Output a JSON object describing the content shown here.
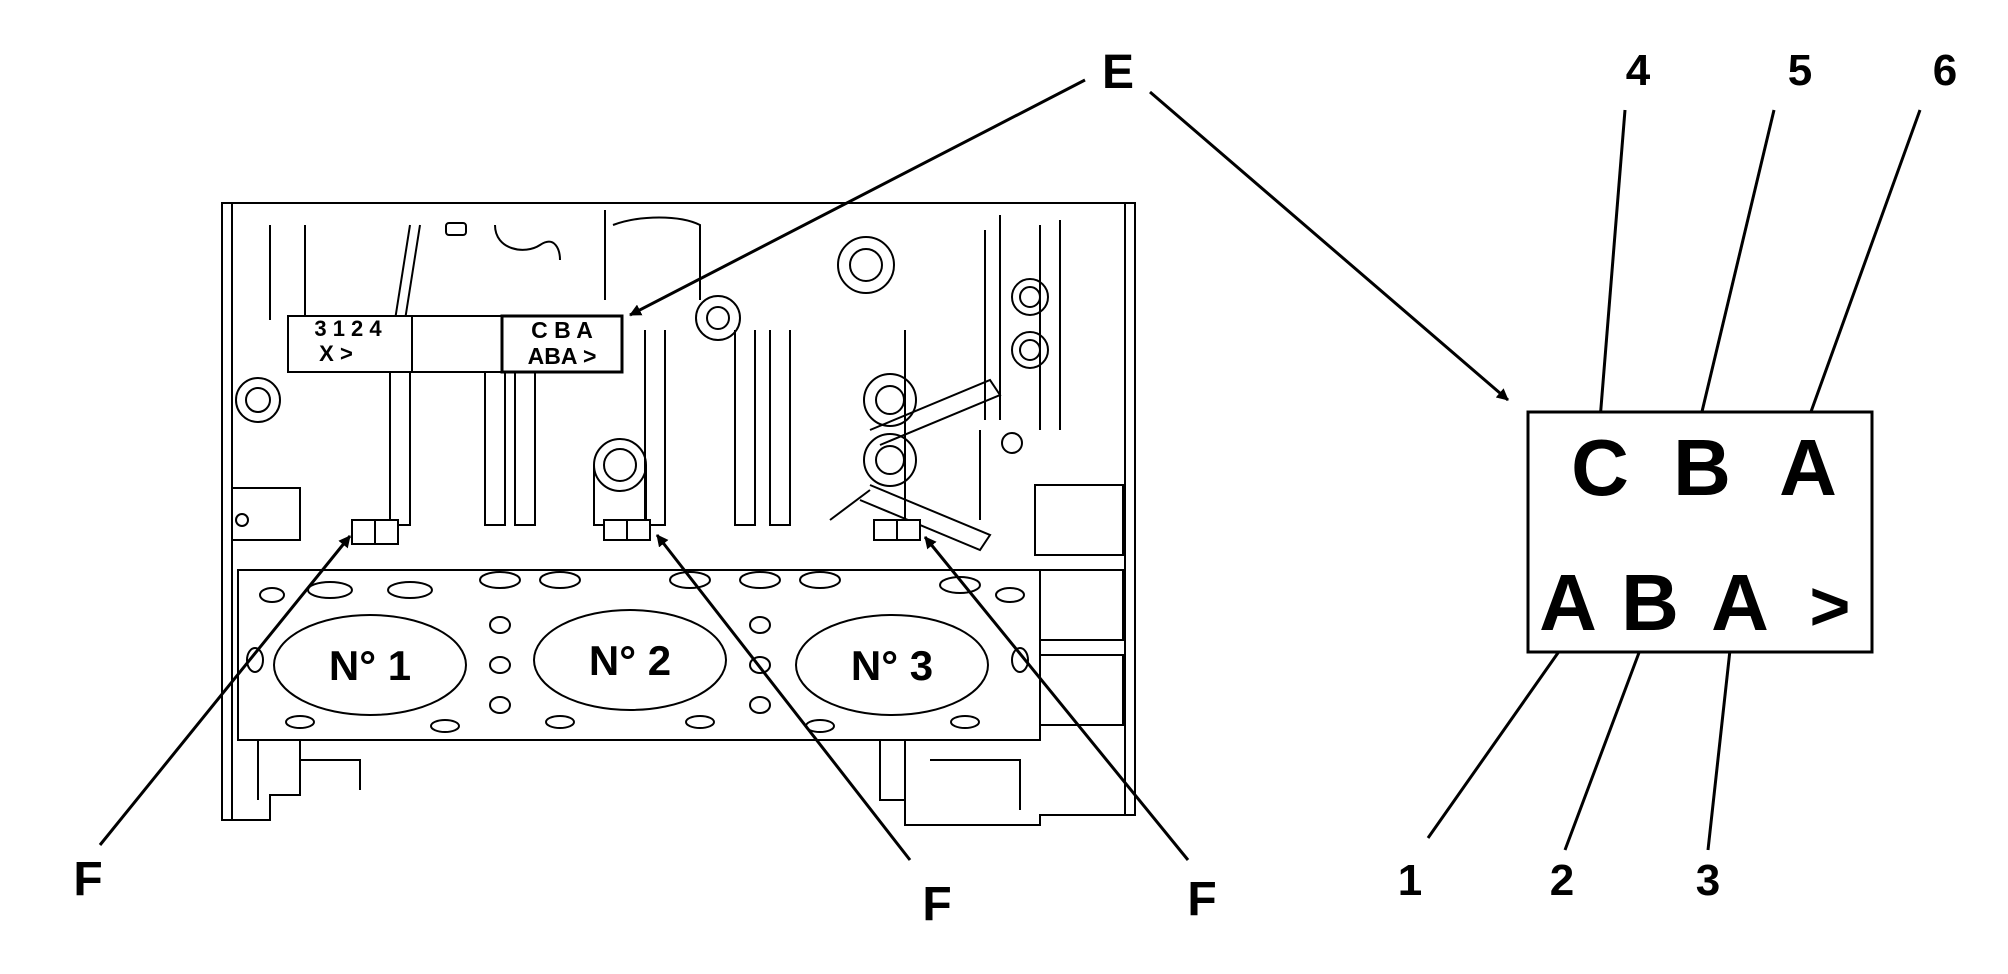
{
  "callouts": {
    "e": "E",
    "f_left": "F",
    "f_mid": "F",
    "f_right": "F",
    "n1": "1",
    "n2": "2",
    "n3": "3",
    "n4": "4",
    "n5": "5",
    "n6": "6"
  },
  "engine": {
    "cyl1": "N° 1",
    "cyl2": "N° 2",
    "cyl3": "N° 3",
    "plate_left_row1": "3 1 2 4",
    "plate_left_row2": "X >",
    "plate_right_row1": "C B A",
    "plate_right_row2": "ABA >"
  },
  "detail": {
    "top_row": [
      "C",
      "B",
      "A"
    ],
    "bottom_row": [
      "A",
      "B",
      "A",
      ">"
    ]
  },
  "colors": {
    "ink": "#000000",
    "paper": "#ffffff"
  }
}
